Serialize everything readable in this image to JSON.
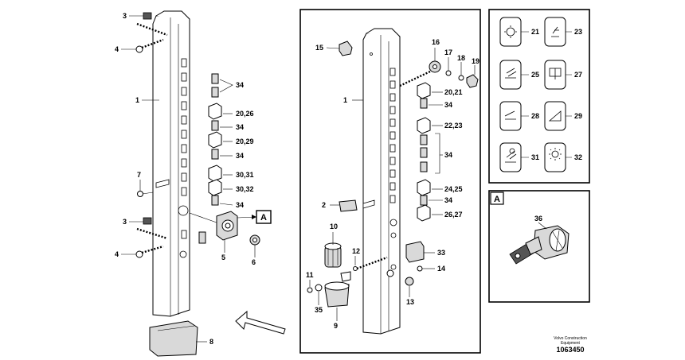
{
  "left_view": {
    "labels": {
      "p1": "1",
      "p3a": "3",
      "p4a": "4",
      "p7": "7",
      "p3b": "3",
      "p4b": "4",
      "p34a": "34",
      "p2026": "20,26",
      "p34b": "34",
      "p2029": "20,29",
      "p34c": "34",
      "p3031": "30,31",
      "p3032": "30,32",
      "p34d": "34",
      "p5": "5",
      "p6": "6",
      "p8": "8"
    },
    "callout": "A"
  },
  "center_view": {
    "labels": {
      "p1": "1",
      "p15": "15",
      "p16": "16",
      "p17": "17",
      "p18": "18",
      "p19": "19",
      "p2021": "20,21",
      "p34a": "34",
      "p2223": "22,23",
      "p34b": "34",
      "p2425": "24,25",
      "p34c": "34",
      "p2627": "26,27",
      "p2": "2",
      "p10": "10",
      "p12": "12",
      "p11": "11",
      "p33": "33",
      "p14": "14",
      "p13": "13",
      "p35": "35",
      "p9": "9"
    }
  },
  "switch_panel": {
    "labels": [
      "21",
      "23",
      "25",
      "27",
      "28",
      "29",
      "31",
      "32"
    ]
  },
  "detail_a": {
    "title": "A",
    "label": "36"
  },
  "footer": {
    "publisher_line1": "Volvo Construction",
    "publisher_line2": "Equipment",
    "drawing_number": "1063450"
  },
  "icons": [
    "post-icon",
    "switch-icon",
    "ignition-key-icon",
    "rocker-switch-icon",
    "arrow-icon",
    "cover-icon",
    "cup-holder-icon",
    "knob-icon"
  ]
}
